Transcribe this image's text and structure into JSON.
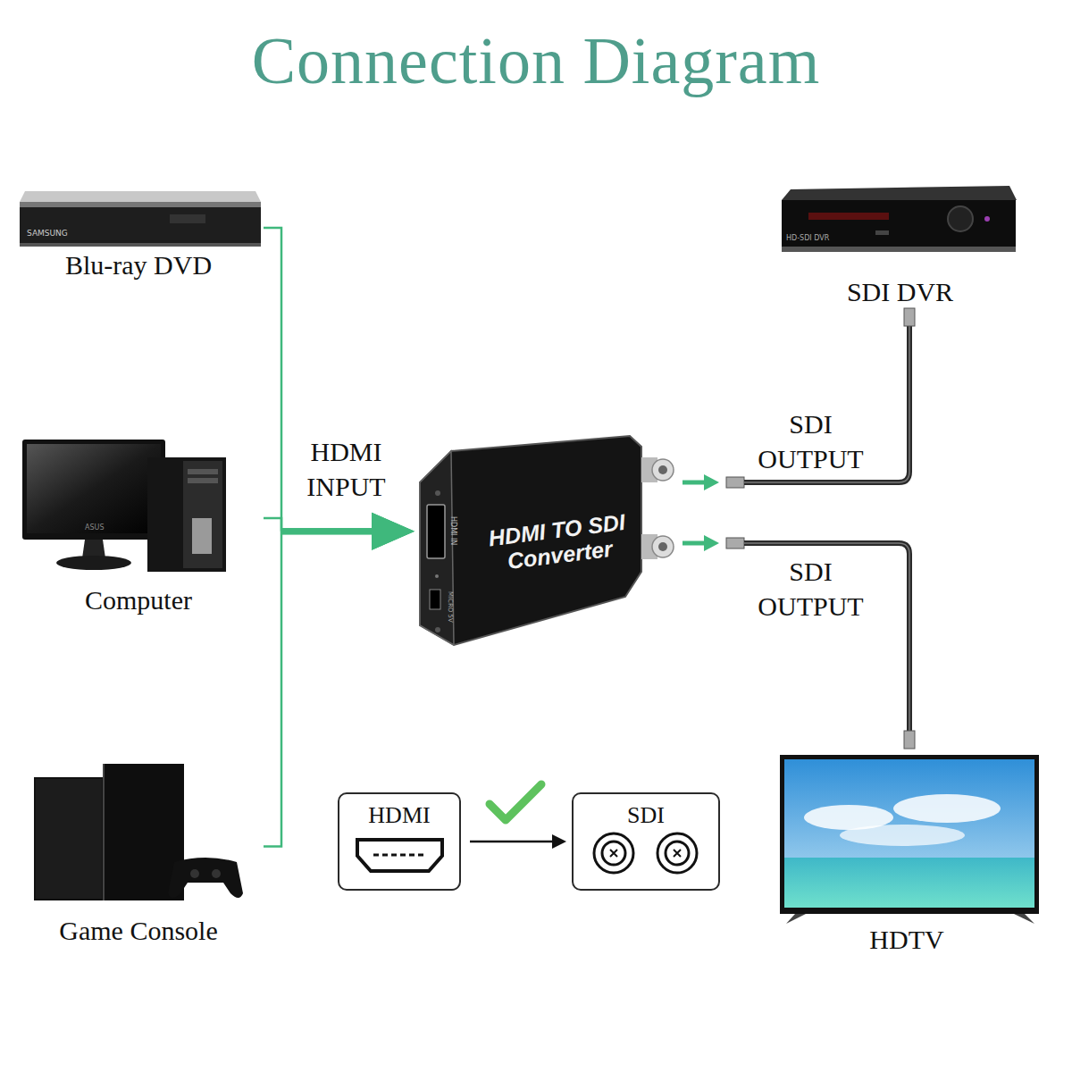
{
  "diagram": {
    "title": "Connection Diagram",
    "nodes": [
      {
        "text": [
          "Blu-ray DVD"
        ]
      },
      {
        "text": [
          "Computer"
        ]
      },
      {
        "text": [
          "Game Console"
        ]
      },
      {
        "text": [
          "HDMI TO SDI Converter"
        ]
      },
      {
        "text": [
          "SDI DVR"
        ]
      },
      {
        "text": [
          "HDTV"
        ]
      },
      {
        "text": [
          "HDMI"
        ]
      },
      {
        "text": [
          "SDI"
        ]
      }
    ],
    "edges": [
      {
        "from": 0,
        "to": 3,
        "arrow": "to"
      },
      {
        "from": 1,
        "to": 3,
        "label": "HDMI INPUT",
        "arrow": "to"
      },
      {
        "from": 2,
        "to": 3,
        "arrow": "to"
      },
      {
        "from": 3,
        "to": 4,
        "label": "SDI OUTPUT",
        "arrow": "to"
      },
      {
        "from": 3,
        "to": 5,
        "label": "SDI OUTPUT",
        "arrow": "to"
      },
      {
        "from": 6,
        "to": 7,
        "arrow": "to"
      }
    ],
    "labels": [
      "SAMSUNG",
      "ASUS",
      "HD-SDI DVR",
      "HDMI IN",
      "MICRO 5V"
    ]
  }
}
